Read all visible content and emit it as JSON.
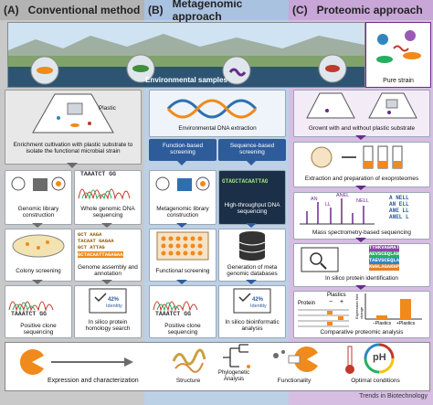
{
  "panels": {
    "a": {
      "tag": "(A)",
      "title": "Conventional method",
      "color": "#bfbfbf"
    },
    "b": {
      "tag": "(B)",
      "title": "Metagenomic approach",
      "color": "#b7cde6"
    },
    "c": {
      "tag": "(C)",
      "title": "Proteomic approach",
      "color": "#cfb3dc"
    }
  },
  "banner": {
    "label": "Environmental samples",
    "pure_strain": "Pure strain"
  },
  "conventional": {
    "plastic": "Plastic",
    "enrichment": "Enrichment cultivation with plastic substrate to isolate the functional microbial strain",
    "genomic_library": "Genomic library construction",
    "wgs": "Whole genomic DNA sequencing",
    "wgs_seq": "TAAATCT GG",
    "colony": "Colony screening",
    "assembly": "Genome assembly and annotation",
    "assembly_seq": [
      "GCT        AAGA",
      "TACAAT  GAGAA",
      "GCT        ATTAG",
      "GCTACAATTAGAGAA"
    ],
    "positive": "Positive clone sequencing",
    "positive_seq": "TAAATCT GG",
    "homology": "In silico protein homology search",
    "identity_pct": "42%",
    "identity_lbl": "Identity"
  },
  "metagenomic": {
    "extraction": "Environmental DNA extraction",
    "function_based": "Function-based screening",
    "sequence_based": "Sequence-based screening",
    "meta_library": "Metagenomic library construction",
    "hts": "High-throughput DNA sequencing",
    "hts_seq": "GTAGCTACAATTAG",
    "functional": "Functional screening",
    "databases": "Generation of meta genomic databases",
    "positive": "Positive clone sequencing",
    "positive_seq": "TAAATCT GG",
    "bioinfo": "In silico bioinformatic analysis",
    "identity_pct": "42%",
    "identity_lbl": "Identity"
  },
  "proteomic": {
    "growth": "Grownt with and without plastic substrate",
    "exoproteome": "Extraction and preparation of exoproteomes",
    "ms": "Mass spectrometry-based sequencing",
    "ms_peaks": [
      "AN",
      "ANEL",
      "NELL",
      "LL"
    ],
    "ms_seq": [
      "A NELL",
      "AN ELL",
      "ANE LL",
      "ANEL L"
    ],
    "insilico": "In silico protein identification",
    "insilico_seq": [
      "TYHKVAGMAT",
      "AEVSCEQLAN",
      "TAEVSCEQLA",
      "KWHLAGAKHP"
    ],
    "comparative": "Comparative proteomic analysis",
    "plastics": "Plastics",
    "protein": "Protein",
    "minus": "−",
    "plus": "+",
    "minus_plastics": "−Plastics",
    "plus_plastics": "+Plastics",
    "y_axis": "Expression fold change"
  },
  "bottom": {
    "expression": "Expression and characterization",
    "structure": "Structure",
    "phylogenetic": "Phylogenetic Analysis",
    "functionality": "Functionality",
    "optimal": "Optimal conditions",
    "ph": "pH"
  },
  "credit": "Trends in Biotechnology",
  "colors": {
    "orange": "#f08a1c",
    "purple": "#6a2a8c",
    "blue_arrow": "#4a7bb7",
    "grey_arrow": "#6b6b6b"
  }
}
